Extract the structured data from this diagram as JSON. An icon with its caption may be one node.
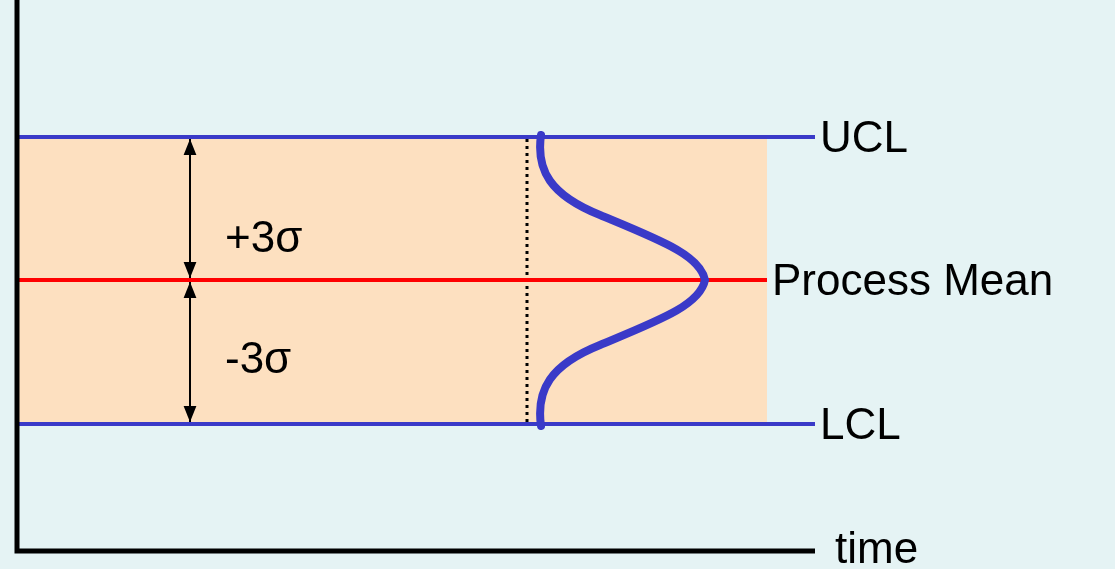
{
  "diagram": {
    "labels": [
      "UCL",
      "+3σ",
      "Process Mean",
      "-3σ",
      "LCL",
      "time"
    ]
  }
}
